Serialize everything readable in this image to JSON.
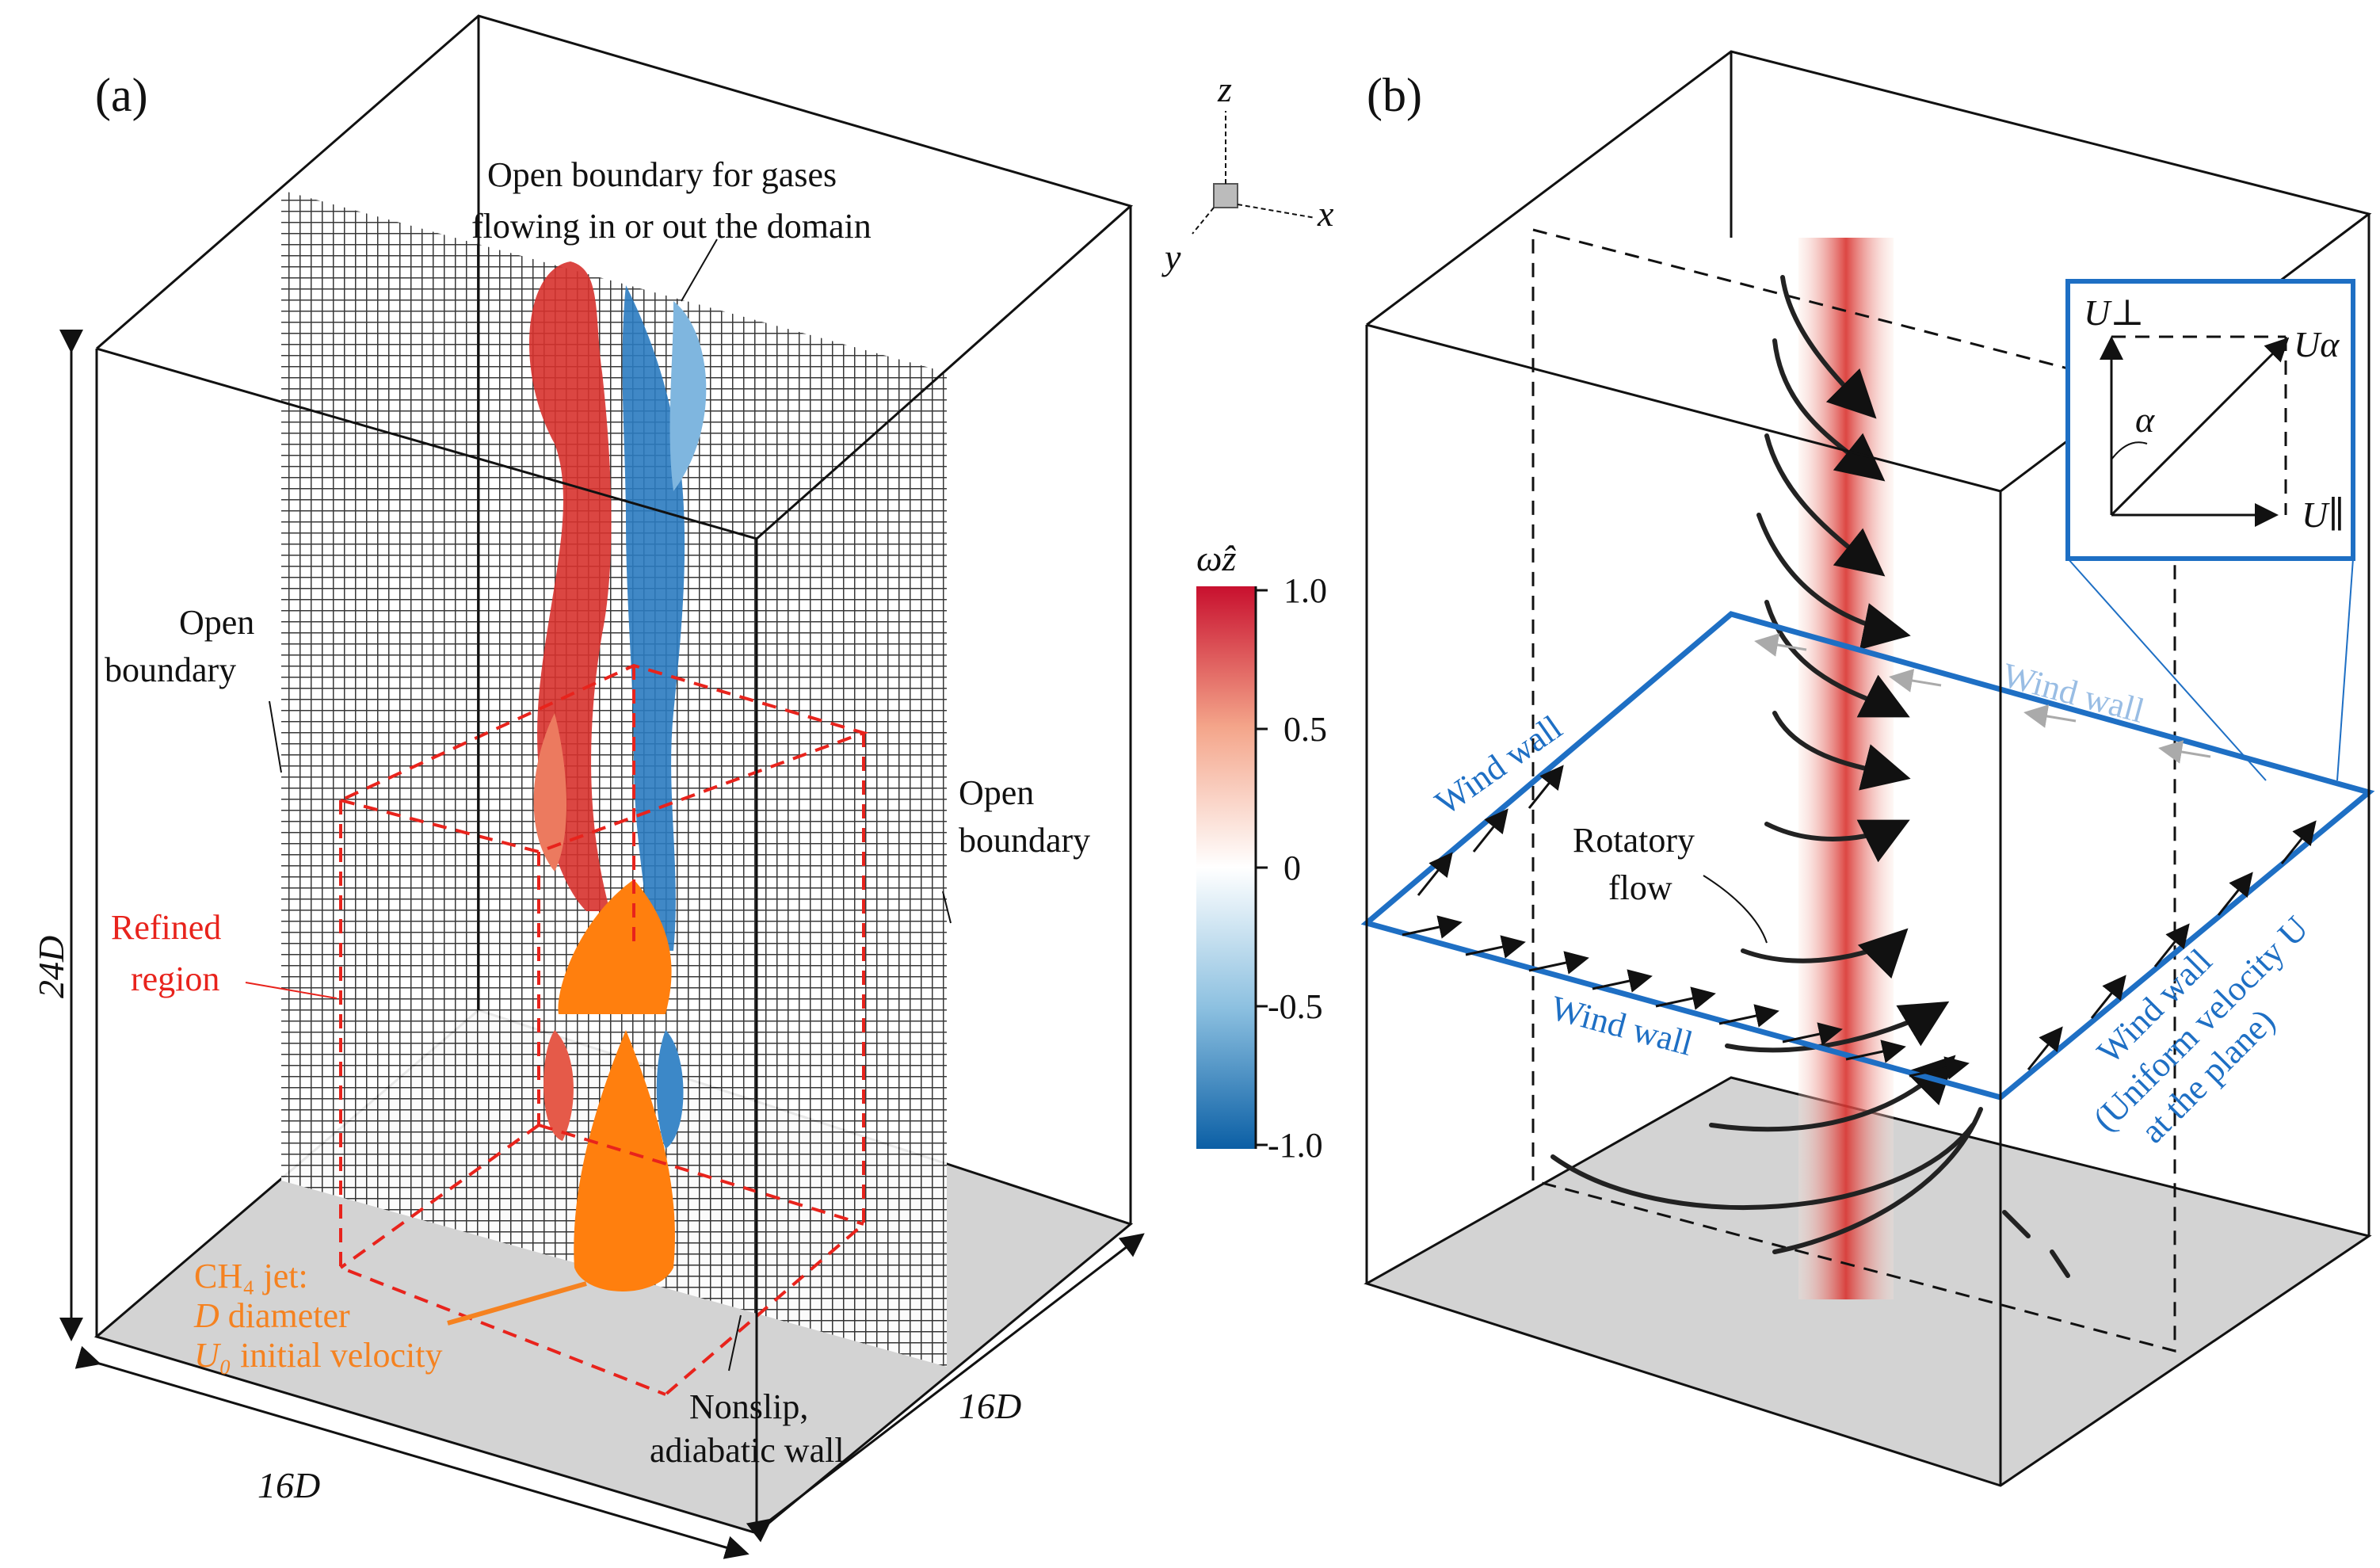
{
  "panel_a": {
    "label": "(a)",
    "top_boundary_line1": "Open boundary for gases",
    "top_boundary_line2": "flowing in or out the domain",
    "left_boundary_line1": "Open",
    "left_boundary_line2": "boundary",
    "right_boundary_line1": "Open",
    "right_boundary_line2": "boundary",
    "refined_line1": "Refined",
    "refined_line2": "region",
    "jet_line1": "CH₄ jet:",
    "jet_line2_sym": "D",
    "jet_line2_text": " diameter",
    "jet_line3_sym": "U₀",
    "jet_line3_text": " initial velocity",
    "wall_line1": "Nonslip,",
    "wall_line2": "adiabatic wall",
    "dim_height": "24D",
    "dim_width": "16D",
    "dim_depth": "16D"
  },
  "axes": {
    "z": "z",
    "x": "x",
    "y": "y"
  },
  "colorbar": {
    "title": "ω̂z",
    "ticks": [
      "1.0",
      "0.5",
      "0",
      "-0.5",
      "-1.0"
    ],
    "colors": {
      "max": "#c8102e",
      "mid": "#ffffff",
      "min": "#0b5fa5"
    }
  },
  "panel_b": {
    "label": "(b)",
    "wind_wall_top_right": "Wind wall",
    "wind_wall_left": "Wind wall",
    "wind_wall_front": "Wind wall",
    "wind_wall_right_line1": "Wind wall",
    "wind_wall_right_line2": "(Uniform velocity U",
    "wind_wall_right_line3": "at the plane)",
    "rotatory_line1": "Rotatory",
    "rotatory_line2": "flow",
    "inset": {
      "u_perp": "U⊥",
      "u_alpha": "Uα",
      "u_par": "U∥",
      "alpha": "α"
    }
  }
}
